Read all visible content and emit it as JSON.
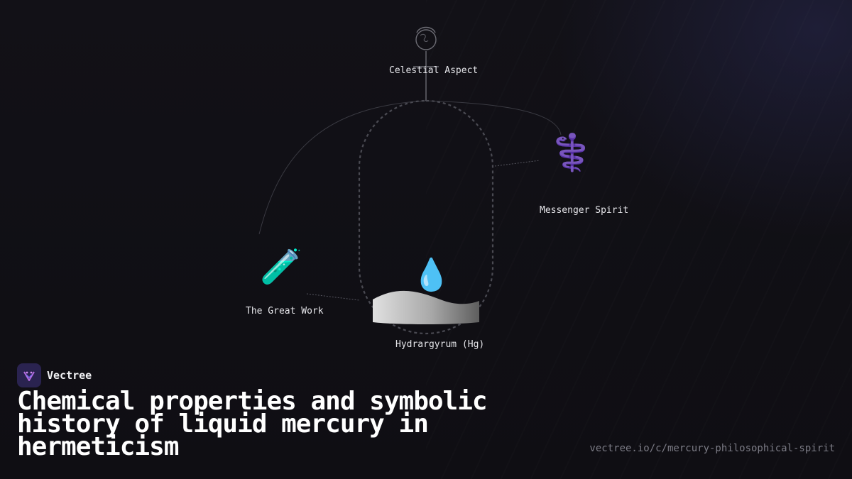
{
  "diagram": {
    "nodes": {
      "celestial": {
        "label": "Celestial Aspect",
        "icon": "mercury-symbol-icon"
      },
      "messenger": {
        "label": "Messenger Spirit",
        "icon": "caduceus-icon",
        "glyph": "⚕️"
      },
      "great_work": {
        "label": "The Great Work",
        "icon": "test-tube-icon",
        "glyph": "🧪"
      },
      "hydrargyrum": {
        "label": "Hydrargyrum (Hg)",
        "icon": "droplet-icon",
        "glyph": "💧"
      }
    }
  },
  "brand": {
    "name": "Vectree",
    "icon": "vectree-logo-icon",
    "accent": "#2a2350"
  },
  "title": "Chemical properties and symbolic history of liquid mercury in hermeticism",
  "url": "vectree.io/c/mercury-philosophical-spirit",
  "colors": {
    "background": "#111015",
    "caduceus": "#8a5cd6",
    "liquid_light": "#d9d9d9",
    "liquid_dark": "#6e6e6e"
  }
}
